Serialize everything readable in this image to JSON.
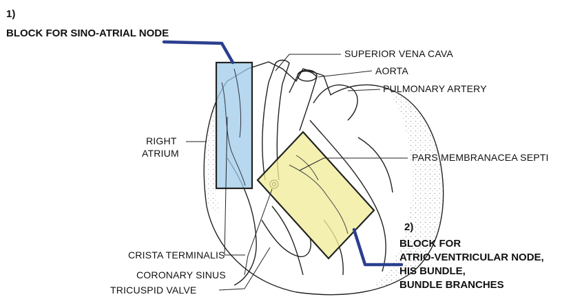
{
  "block1": {
    "number": "1)",
    "title": "BLOCK FOR SINO-ATRIAL NODE"
  },
  "block2": {
    "number": "2)",
    "lines": [
      "BLOCK FOR",
      "ATRIO-VENTRICULAR NODE,",
      "HIS BUNDLE,",
      "BUNDLE BRANCHES"
    ]
  },
  "labels": {
    "superior_vena_cava": "SUPERIOR VENA CAVA",
    "aorta": "AORTA",
    "pulmonary_artery": "PULMONARY ARTERY",
    "right_atrium_line1": "RIGHT",
    "right_atrium_line2": "ATRIUM",
    "pars_membranacea_septi": "PARS MEMBRANACEA SEPTI",
    "crista_terminalis": "CRISTA TERMINALIS",
    "coronary_sinus": "CORONARY SINUS",
    "tricuspid_valve": "TRICUSPID VALVE"
  },
  "colors": {
    "sa_block_fill": "#9fcbe8",
    "av_block_fill": "#f0ec9a",
    "pointer_line": "#2b3f8f",
    "outline": "#222222"
  }
}
